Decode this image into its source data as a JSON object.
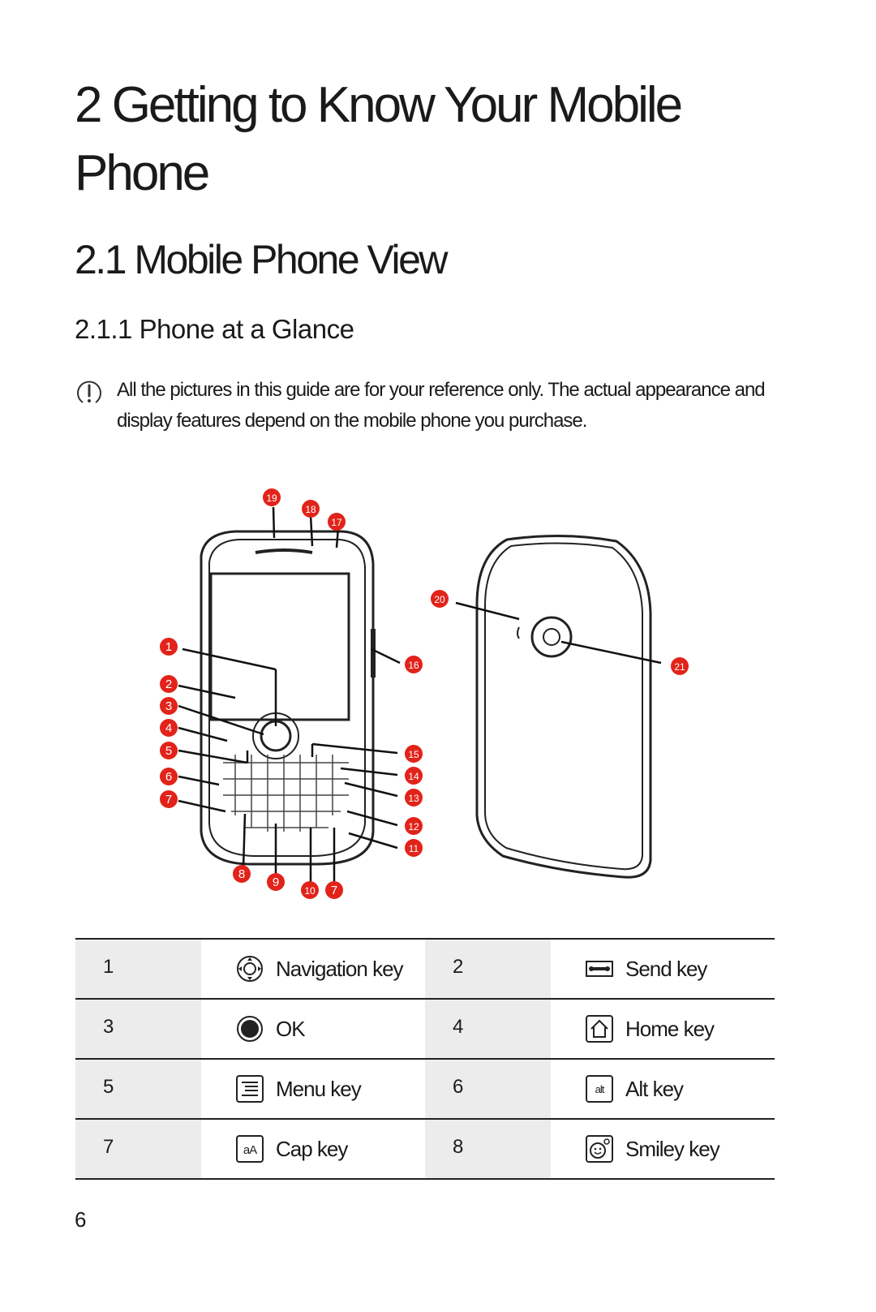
{
  "chapter": {
    "title": "2  Getting to Know Your Mobile Phone"
  },
  "section": {
    "title": "2.1  Mobile Phone View"
  },
  "subsection": {
    "title": "2.1.1  Phone at a Glance"
  },
  "note": {
    "icon": "exclamation-circle-icon",
    "text": "All the pictures in this guide are for your reference only. The actual appearance and display features depend on the mobile phone you purchase."
  },
  "figure": {
    "callouts": [
      "1",
      "2",
      "3",
      "4",
      "5",
      "6",
      "7",
      "8",
      "9",
      "10",
      "7",
      "11",
      "12",
      "13",
      "14",
      "15",
      "16",
      "17",
      "18",
      "19",
      "20",
      "21"
    ],
    "callout_color": "#e2231a"
  },
  "key_table": {
    "rows": [
      [
        {
          "num": "1",
          "icon": "navigation-key-icon",
          "label": "Navigation key"
        },
        {
          "num": "2",
          "icon": "send-key-icon",
          "label": "Send key"
        }
      ],
      [
        {
          "num": "3",
          "icon": "ok-key-icon",
          "label": "OK"
        },
        {
          "num": "4",
          "icon": "home-key-icon",
          "label": "Home key"
        }
      ],
      [
        {
          "num": "5",
          "icon": "menu-key-icon",
          "label": "Menu key"
        },
        {
          "num": "6",
          "icon": "alt-key-icon",
          "label": "Alt key",
          "icon_text": "alt"
        }
      ],
      [
        {
          "num": "7",
          "icon": "cap-key-icon",
          "label": "Cap key",
          "icon_text": "aA"
        },
        {
          "num": "8",
          "icon": "smiley-key-icon",
          "label": "Smiley key"
        }
      ]
    ]
  },
  "page_number": "6"
}
